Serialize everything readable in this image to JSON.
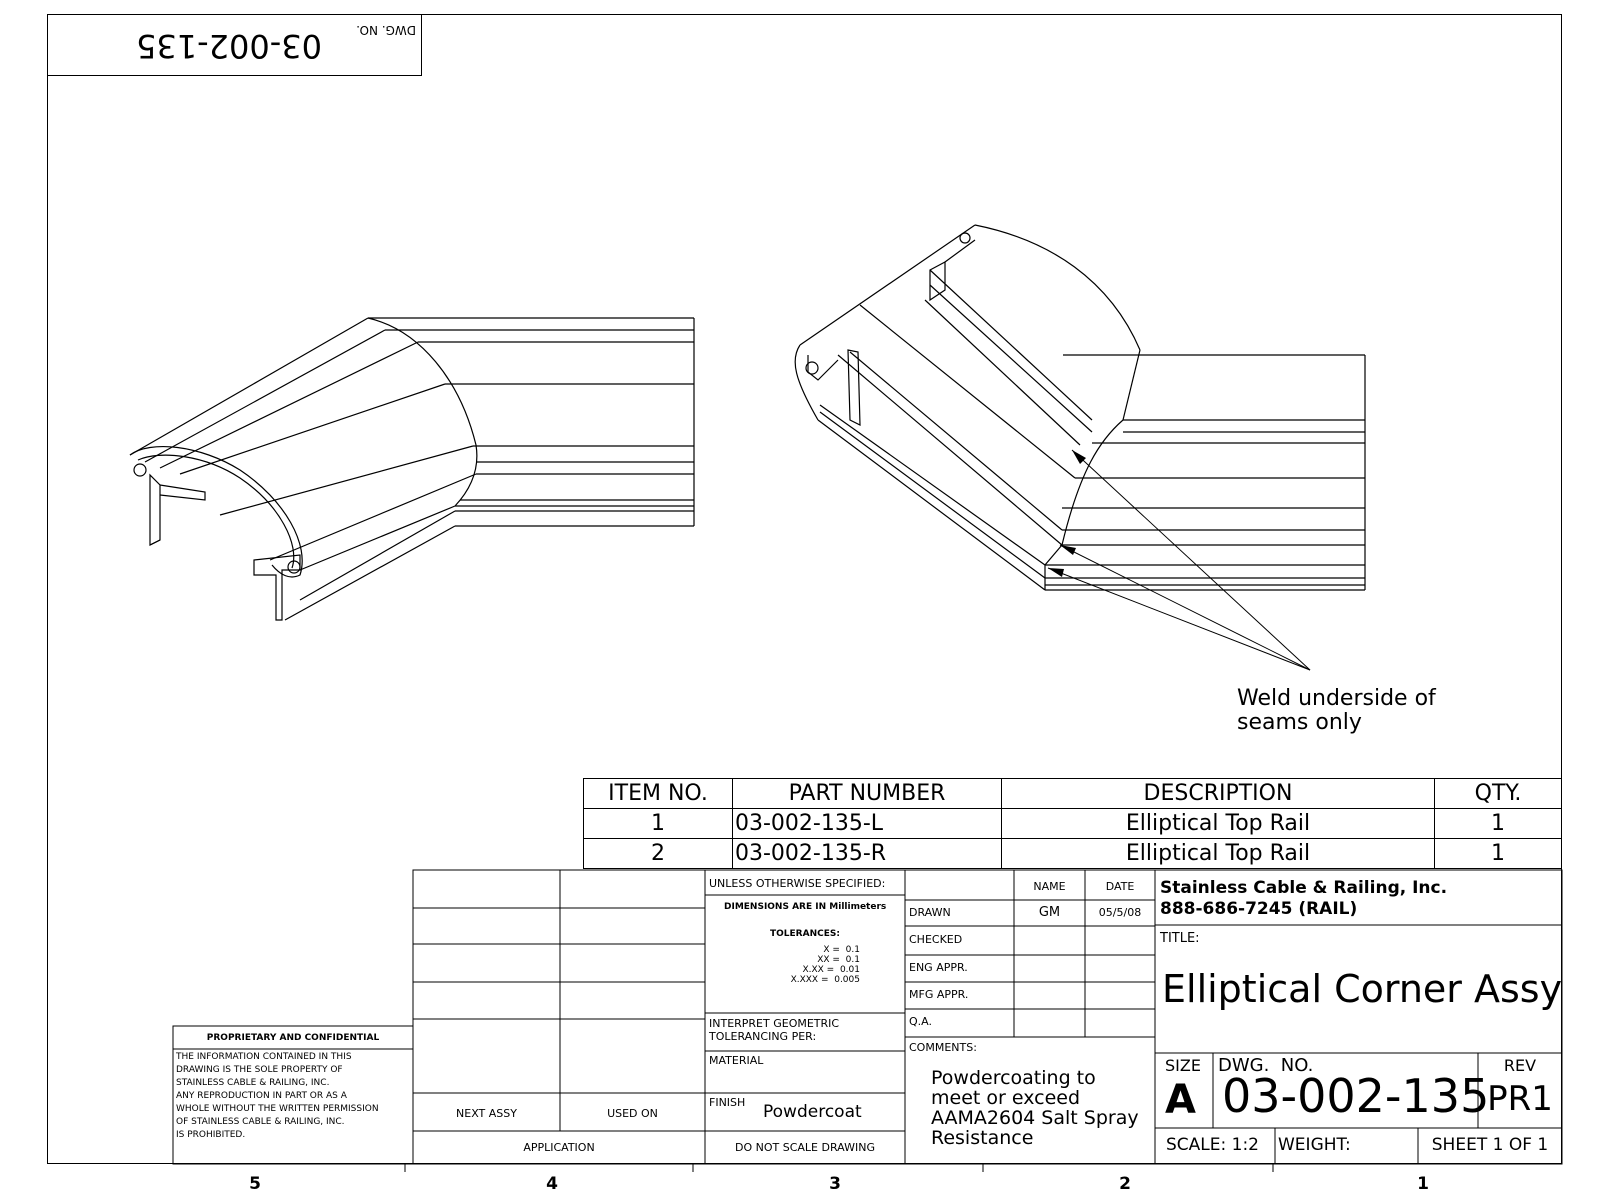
{
  "header": {
    "dwg_no_label": "DWG. NO.",
    "dwg_no": "03-002-135"
  },
  "annotation": {
    "weld_line1": "Weld underside of",
    "weld_line2": "seams only"
  },
  "bom": {
    "headers": [
      "ITEM NO.",
      "PART NUMBER",
      "DESCRIPTION",
      "QTY."
    ],
    "rows": [
      {
        "item": "1",
        "part": "03-002-135-L",
        "desc": "Elliptical Top Rail",
        "qty": "1"
      },
      {
        "item": "2",
        "part": "03-002-135-R",
        "desc": "Elliptical Top Rail",
        "qty": "1"
      }
    ]
  },
  "title_block": {
    "unless": "UNLESS OTHERWISE SPECIFIED:",
    "dims": "DIMENSIONS ARE IN Millimeters",
    "tolerances": "TOLERANCES:",
    "tol_x": "X =  0.1",
    "tol_xx": "XX =  0.1",
    "tol_xxx": "X.XX =  0.01",
    "tol_xxxx": "X.XXX =  0.005",
    "interpret": "INTERPRET GEOMETRIC",
    "tolerancing": "TOLERANCING PER:",
    "material": "MATERIAL",
    "finish_label": "FINISH",
    "finish": "Powdercoat",
    "do_not_scale": "DO NOT SCALE DRAWING",
    "next_assy": "NEXT ASSY",
    "used_on": "USED ON",
    "application": "APPLICATION",
    "name": "NAME",
    "date": "DATE",
    "drawn": "DRAWN",
    "drawn_name": "GM",
    "drawn_date": "05/5/08",
    "checked": "CHECKED",
    "eng_appr": "ENG APPR.",
    "mfg_appr": "MFG APPR.",
    "qa": "Q.A.",
    "comments": "COMMENTS:",
    "comment1": "Powdercoating to",
    "comment2": "meet or exceed",
    "comment3": "AAMA2604 Salt Spray",
    "comment4": "Resistance",
    "company": "Stainless Cable & Railing, Inc.",
    "phone": "888-686-7245 (RAIL)",
    "title_label": "TITLE:",
    "title": "Elliptical Corner Assy",
    "size_label": "SIZE",
    "size": "A",
    "dwg_no_label": "DWG.  NO.",
    "dwg_no": "03-002-135",
    "rev_label": "REV",
    "rev": "PR1",
    "scale": "SCALE: 1:2",
    "weight": "WEIGHT:",
    "sheet": "SHEET 1 OF 1"
  },
  "proprietary": {
    "title": "PROPRIETARY AND CONFIDENTIAL",
    "l1": "THE INFORMATION CONTAINED IN THIS",
    "l2": "DRAWING IS THE SOLE PROPERTY OF",
    "l3": "STAINLESS CABLE & RAILING, INC.",
    "l4": "ANY REPRODUCTION IN PART OR AS A",
    "l5": "WHOLE WITHOUT THE WRITTEN PERMISSION",
    "l6": "OF STAINLESS CABLE & RAILING, INC.",
    "l7": "IS PROHIBITED."
  },
  "zones": [
    "5",
    "4",
    "3",
    "2",
    "1"
  ]
}
